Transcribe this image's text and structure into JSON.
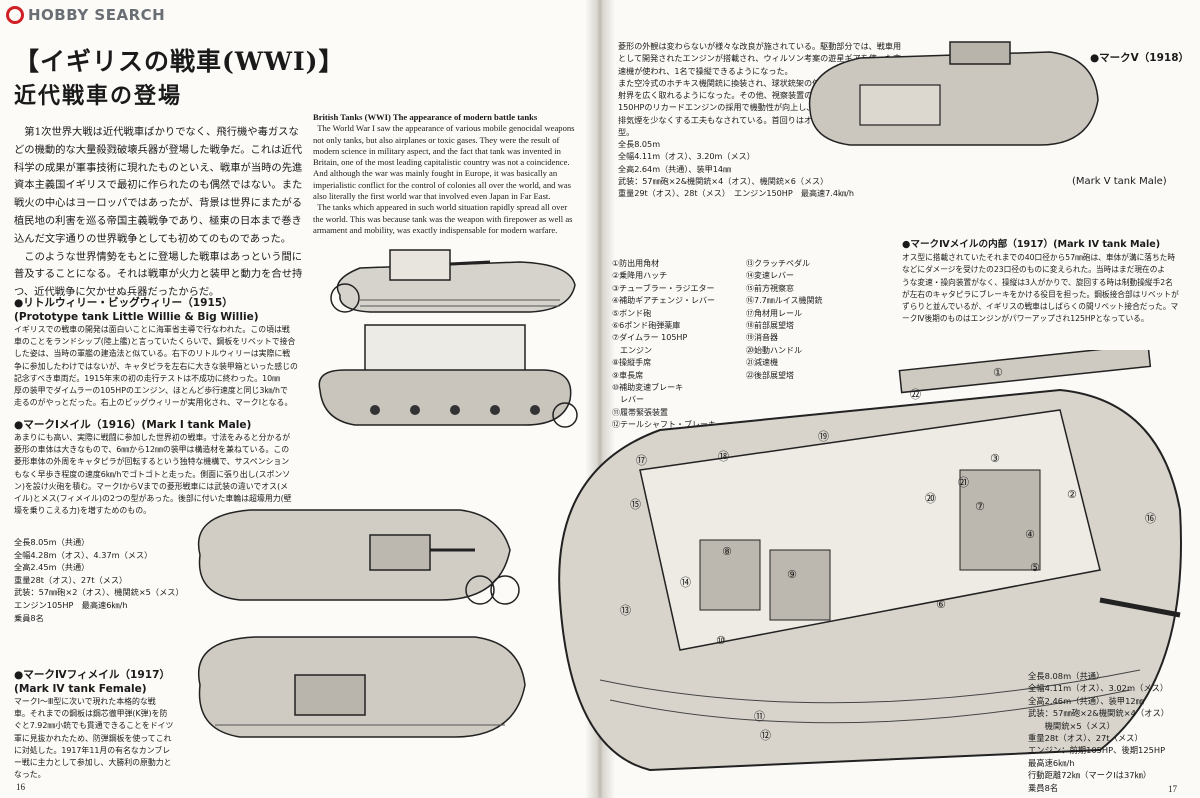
{
  "logo": {
    "text": "HOBBY SEARCH"
  },
  "left": {
    "title1": "【イギリスの戦車(WWⅠ)】",
    "title2": "近代戦車の登場",
    "intro": [
      "第1次世界大戦は近代戦車ばかりでなく、飛行機や毒ガスなどの機動的な大量殺戮破壊兵器が登場した戦争だ。これは近代科学の成果が軍事技術に現れたものといえ、戦車が当時の先進資本主義国イギリスで最初に作られたのも偶然ではない。また戦火の中心はヨーロッパではあったが、背景は世界にまたがる植民地の利害を巡る帝国主義戦争であり、極東の日本まで巻き込んだ文字通りの世界戦争としても初めてのものであった。",
      "このような世界情勢をもとに登場した戦車はあっという間に普及することになる。それは戦車が火力と装甲と動力を合せ持つ、近代戦争に欠かせぬ兵器だったからだ。"
    ],
    "en_head": "British Tanks (WWI)  The appearance of modern battle tanks",
    "en_body": [
      "The World War I saw the appearance of various mobile genocidal weapons not only tanks, but also airplanes or toxic gases. They were the result of modern science in military aspect, and the fact that tank was invented in Britain, one of the most leading capitalistic country was not a coincidence. And although the war was mainly fought in Europe, it was basically an imperialistic conflict for the control of colonies all over the world, and was also literally the first world war that involved even Japan in Far East.",
      "The tanks which appeared in such world situation rapidly spread all over the world. This was because tank was the weapon with firepower as well as armament and mobility, was exactly indispensable for modern warfare."
    ],
    "sec1": {
      "h1": "●リトルウィリー・ビッグウィリー（1915）",
      "h2": "(Prototype tank Little Willie & Big Willie)",
      "lines": [
        "イギリスでの戦車の開発は面白いことに海軍省主導で行なわれた。この頃は戦",
        "車のことをランドシップ(陸上艦)と言っていたくらいで、鋼板をリベットで接合",
        "した姿は、当時の軍艦の建造法と似ている。右下のリトルウィリーは実際に戦",
        "争に参加したわけではないが、キャタピラを左右に大きな装甲箱といった感じの",
        "記念すべき車両だ。1915年末の初の走行テストは不成功に終わった。10㎜",
        "厚の装甲でダイムラーの105HPのエンジン、ほとんど歩行速度と同じ3㎞/hで",
        "走るのがやっとだった。右上のビッグウィリーが実用化され、マークⅠとなる。"
      ]
    },
    "sec2": {
      "h1": "●マークⅠメイル（1916）(Mark I tank Male)",
      "lines": [
        "あまりにも高い、実際に戦闘に参加した世界初の戦車。寸法をみると分かるが",
        "菱形の車体は大きなもので、6㎜から12㎜の装甲は構造材を兼ねている。この",
        "菱形車体の外周をキャタピラが回転するという独特な機構で、サスペンション",
        "もなく早歩き程度の速度6㎞/hでゴトゴトと走った。側面に張り出し(スポンソ",
        "ン)を設け火砲を積む。マークⅠからⅤまでの菱形戦車には武装の違いでオス(メ",
        "イル)とメス(フィメイル)の2つの型があった。後部に付いた車輪は超壕用力(壁",
        "壕を乗りこえる力)を増すためのもの。"
      ]
    },
    "spec1": [
      "全長8.05m（共通）",
      "全幅4.28m（オス）、4.37m（メス）",
      "全高2.45m（共通）",
      "重量28t（オス）、27t（メス）",
      "武装：57㎜砲×2（オス）、機関銃×5（メス）",
      "エンジン105HP　最高速6㎞/h",
      "乗員8名"
    ],
    "sec3": {
      "h1": "●マークⅣフィメイル（1917）",
      "h2": "(Mark IV tank Female)",
      "lines": [
        "マークⅠ～Ⅲ型に次いで現れた本格的な戦",
        "車。それまでの鋼板は鋼芯徹甲弾(K弾)を防",
        "ぐと7.92㎜小銃でも貫通できることをドイツ",
        "軍に見抜かれたため、防弾鋼板を使ってこれ",
        "に対処した。1917年11月の有名なカンブレ",
        "ー戦に主力として参加し、大勝利の原動力と",
        "なった。"
      ]
    },
    "page_number": "16"
  },
  "right": {
    "top_text": [
      "菱形の外観は変わらないが様々な改良が施されている。駆動部分では、戦車用",
      "として開発されたエンジンが搭載され、ウィルソン考案の遊星ギアを使った変",
      "速機が使われ、1名で操縦できるようになった。",
      "また空冷式のホチキス機関銃に換装され、球状銃架の使用で",
      "射界を広く取れるようになった。その他、視察装置の改良、",
      "150HPのリカードエンジンの採用で機動性が向上し、",
      "排気煙を少なくする工夫もなされている。首回りはオス",
      "型。"
    ],
    "markv_spec": [
      "全長8.05m",
      "全幅4.11m（オス）、3.20m（メス）",
      "全高2.64m（共通）、装甲14㎜",
      "武装：57㎜砲×2&機関銃×4（オス）、機関銃×6（メス）",
      "重量29t（オス）、28t（メス）　エンジン150HP　最高速7.4㎞/h"
    ],
    "markv_caption": "●マークⅤ（1918）",
    "markv_en": "(Mark V tank Male)",
    "legend_left": [
      "①防出用角材",
      "②乗降用ハッチ",
      "③チューブラー・ラジエター",
      "④補助ギアチェンジ・レバー",
      "⑤ボンド砲",
      "⑥6ポンド砲弾薬庫",
      "⑦ダイムラー 105HP",
      "　エンジン",
      "⑧操縦手席",
      "⑨車長席",
      "⑩補助変速ブレーキ",
      "　レバー",
      "⑪履帯緊張装置",
      "⑫テールシャフト・ブレーキ"
    ],
    "legend_right": [
      "⑬クラッチペダル",
      "⑭変速レバー",
      "⑮前方視察窓",
      "⑯7.7㎜ルイス機関銃",
      "⑰角材用レール",
      "⑱前部展望塔",
      "⑲消音器",
      "⑳始動ハンドル",
      "㉑減速機",
      "㉒後部展望塔"
    ],
    "mk4_head1": "●マークⅣメイルの内部（1917）(Mark IV tank Male)",
    "mk4_text": [
      "オス型に搭載されていたそれまでの40口径から57㎜砲は、車体が溝に落ちた時",
      "などにダメージを受けたの23口径のものに変えられた。当時はまだ現在のよ",
      "うな変速・操向装置がなく、操縦は3人がかりで、旋回する時は制動操縦手2名",
      "が左右のキャタピラにブレーキをかける役目を担った。鋼板接合部はリベットが",
      "ずらりと並んでいるが、イギリスの戦車はしばらくの間リベット接合だった。マ",
      "ークⅣ後期のものはエンジンがパワーアップされ125HPとなっている。"
    ],
    "mk4_spec": [
      "全長8.08m（共通）",
      "全幅4.11m（オス）、3.02m（メス）",
      "全高2.46m（共通）、装甲12㎜",
      "武装：57㎜砲×2&機関銃×4（オス）",
      "　　機関銃×5（メス）",
      "重量28t（オス）、27t（メス）",
      "エンジン：前期105HP、後期125HP",
      "最高速6㎞/h",
      "行動距離72㎞（マークⅠは37㎞）",
      "乗員8名"
    ],
    "page_number": "17"
  },
  "callouts": [
    "①",
    "②",
    "③",
    "④",
    "⑤",
    "⑥",
    "⑦",
    "⑧",
    "⑨",
    "⑩",
    "⑪",
    "⑫",
    "⑬",
    "⑭",
    "⑮",
    "⑯",
    "⑰",
    "⑱",
    "⑲",
    "⑳",
    "㉑",
    "㉒"
  ]
}
